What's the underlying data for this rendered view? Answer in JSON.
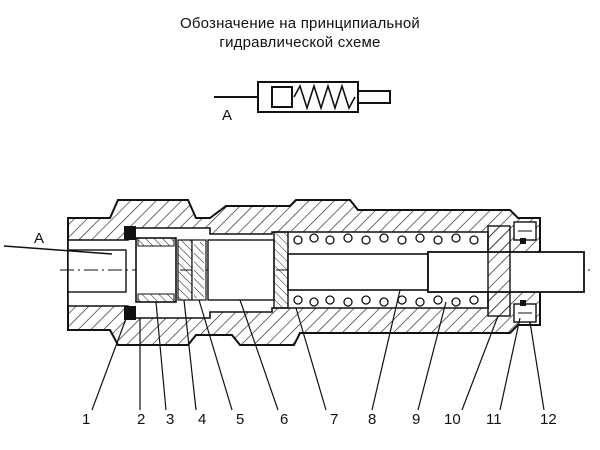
{
  "caption": {
    "line1": "Обозначение на принципиальной",
    "line2": "гидравлической схеме"
  },
  "symbol": {
    "port_label": "А"
  },
  "section": {
    "port_label": "А",
    "callouts": [
      "1",
      "2",
      "3",
      "4",
      "5",
      "6",
      "7",
      "8",
      "9",
      "10",
      "11",
      "12"
    ]
  }
}
